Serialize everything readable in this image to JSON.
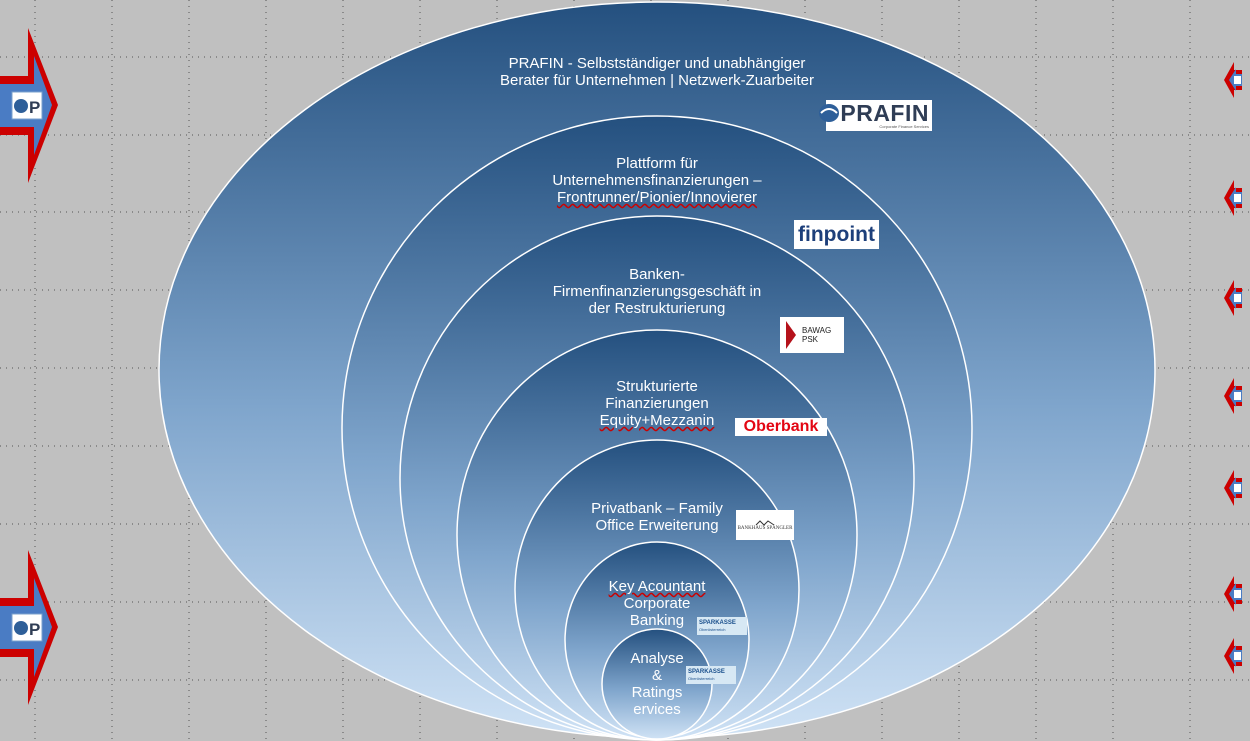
{
  "colors": {
    "background": "#c0c0c0",
    "ellipse_top": "#2a5788",
    "ellipse_bottom": "#c8def3",
    "arrow_red": "#cc0000",
    "arrow_blue": "#4a7cc4"
  },
  "rings": [
    {
      "lines": [
        "PRAFIN - Selbstständiger und unabhängiger",
        "Berater für Unternehmen | Netzwerk-Zuarbeiter"
      ],
      "logo": "PRAFIN",
      "logo_sub": "Corporate Finance Services"
    },
    {
      "lines": [
        "Plattform für",
        "Unternehmensfinanzierungen –",
        "Frontrunner/Pionier/Innovierer"
      ],
      "logo": "finpoint"
    },
    {
      "lines": [
        "Banken-",
        "Firmenfinanzierungsgeschäft in",
        "der Restrukturierung"
      ],
      "logo": "BAWAG",
      "logo_sub": "PSK"
    },
    {
      "lines": [
        "Strukturierte",
        "Finanzierungen",
        "Equity+Mezzanin"
      ],
      "logo": "Oberbank"
    },
    {
      "lines": [
        "Privatbank – Family",
        "Office Erweiterung"
      ],
      "logo": "BANKHAUS SPÄNGLER"
    },
    {
      "lines": [
        "Key Acountant",
        "Corporate",
        "Banking"
      ],
      "logo": "SPARKASSE",
      "logo_sub": "Oberösterreich"
    },
    {
      "lines": [
        "Analyse",
        "&",
        "Ratings",
        "ervices"
      ],
      "logo": "SPARKASSE",
      "logo_sub": "Oberösterreich"
    }
  ],
  "side_arrows": [
    {
      "icon": "prafin-mark-icon",
      "letter": "P"
    },
    {
      "icon": "prafin-mark-icon",
      "letter": "P"
    }
  ]
}
